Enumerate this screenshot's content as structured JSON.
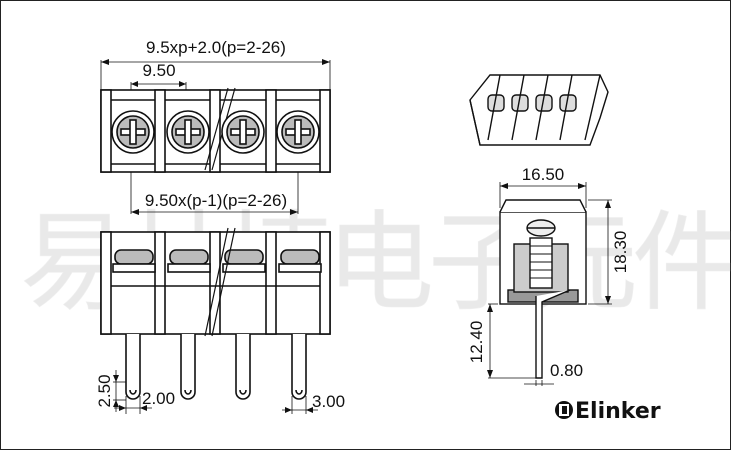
{
  "drawing": {
    "dims": {
      "overall_length": "9.5xp+2.0(p=2-26)",
      "pitch": "9.50",
      "pitch_span": "9.50x(p-1)(p=2-26)",
      "body_width": "16.50",
      "body_height": "18.30",
      "pin_length": "12.40",
      "pin_thickness": "0.80",
      "pin_slot_length": "2.50",
      "pin_width": "2.00",
      "pin_tip_width": "3.00"
    },
    "brand": {
      "name": "Elinker",
      "logo_icon": "elinker-logo-icon"
    },
    "watermark": "易林捷电子元件"
  }
}
